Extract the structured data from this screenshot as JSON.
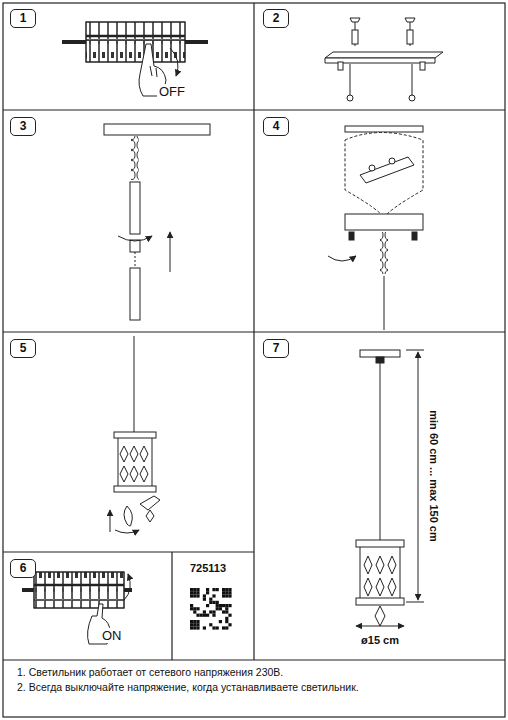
{
  "diagram": {
    "nodes": [
      {
        "text": [
          "1"
        ]
      },
      {
        "text": [
          "2"
        ]
      },
      {
        "text": [
          "3"
        ]
      },
      {
        "text": [
          "4"
        ]
      },
      {
        "text": [
          "5"
        ]
      },
      {
        "text": [
          "7"
        ]
      },
      {
        "text": [
          "6"
        ]
      },
      {
        "text": [
          "1. Светильник работает от сетевого напряжения 230В.",
          "2. Всегда выключайте напряжение, когда устанавливаете светильник."
        ]
      }
    ],
    "labels": [
      "OFF",
      "725113",
      "ON",
      "min 60 cm ... max 150 cm",
      "ø15 cm"
    ]
  }
}
